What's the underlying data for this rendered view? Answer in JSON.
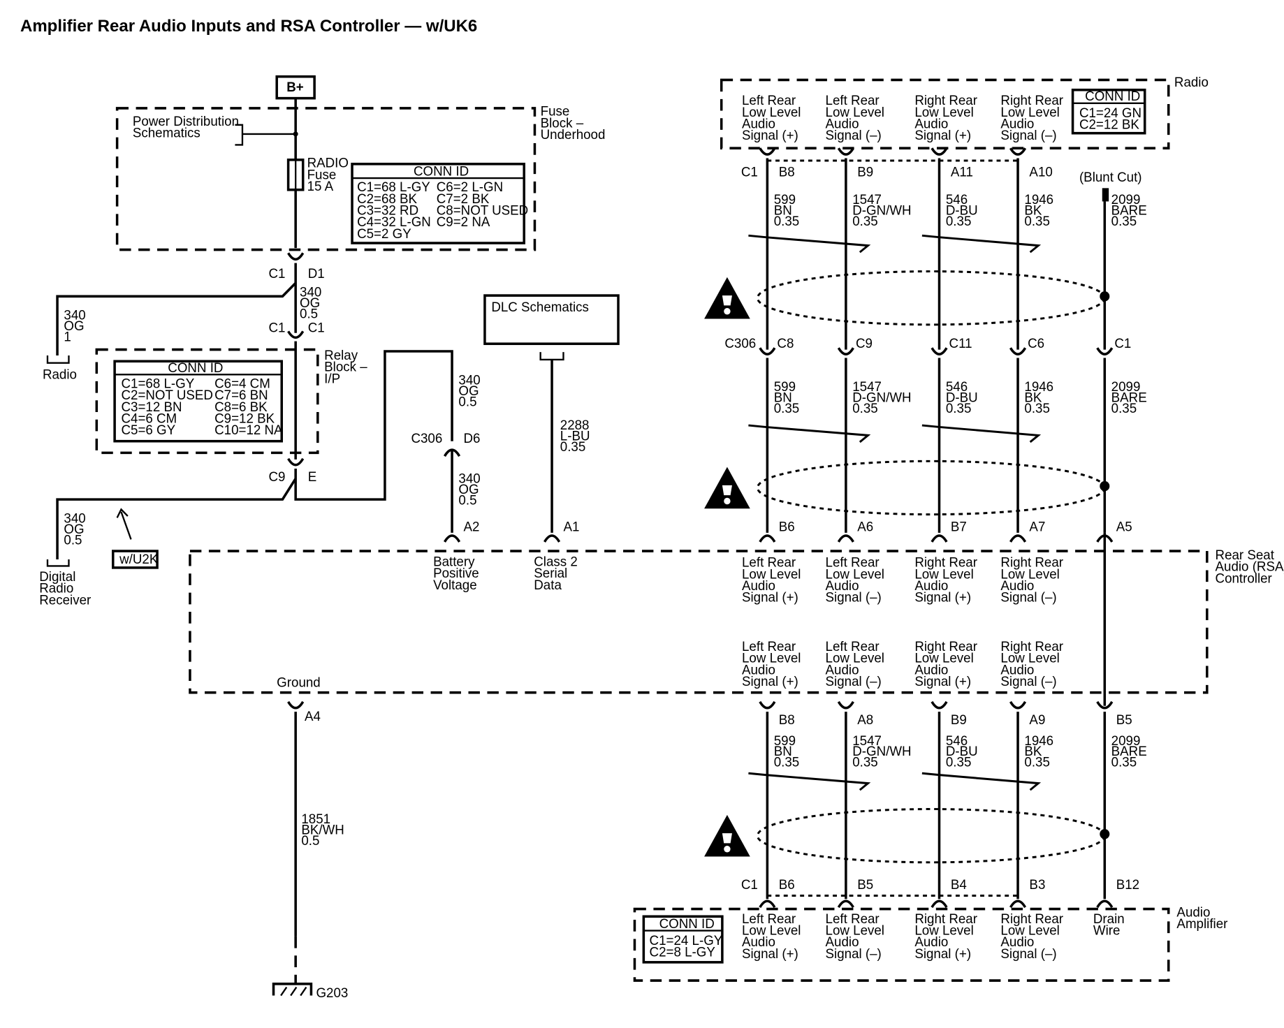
{
  "title": "Amplifier Rear Audio Inputs and RSA Controller — w/UK6",
  "labels": {
    "b_plus": "B+",
    "power_dist": [
      "Power Distribution",
      "Schematics"
    ],
    "fuse_block": [
      "Fuse",
      "Block –",
      "Underhood"
    ],
    "radio_fuse": [
      "RADIO",
      "Fuse",
      "15 A"
    ],
    "fuse_conn_title": "CONN ID",
    "fuse_conn_rows": [
      [
        "C1=68 L-GY",
        "C6=2 L-GN"
      ],
      [
        "C2=68 BK",
        "C7=2 BK"
      ],
      [
        "C3=32 RD",
        "C8=NOT USED"
      ],
      [
        "C4=32 L-GN",
        "C9=2 NA"
      ],
      [
        "C5=2 GY",
        ""
      ]
    ],
    "c1": "C1",
    "d1": "D1",
    "wire340_top": [
      "340",
      "OG",
      "0.5"
    ],
    "radio_branch": [
      "340",
      "OG",
      "1"
    ],
    "radio_label": "Radio",
    "relay_block": [
      "Relay",
      "Block –",
      "I/P"
    ],
    "relay_conn_title": "CONN ID",
    "relay_conn_rows": [
      [
        "C1=68 L-GY",
        "C6=4 CM"
      ],
      [
        "C2=NOT USED",
        "C7=6 BN"
      ],
      [
        "C3=12 BN",
        "C8=6 BK"
      ],
      [
        "C4=6 CM",
        "C9=12 BK"
      ],
      [
        "C5=6 GY",
        "C10=12 NA"
      ]
    ],
    "c9": "C9",
    "e": "E",
    "drr_wire": [
      "340",
      "OG",
      "0.5"
    ],
    "drr_label": [
      "Digital",
      "Radio",
      "Receiver"
    ],
    "wu2k": "w/U2K",
    "dlc": "DLC Schematics",
    "wire340_mid": [
      "340",
      "OG",
      "0.5"
    ],
    "c306": "C306",
    "d6": "D6",
    "wire340_low": [
      "340",
      "OG",
      "0.5"
    ],
    "a2": "A2",
    "a1": "A1",
    "wire2288": [
      "2288",
      "L-BU",
      "0.35"
    ],
    "batt": [
      "Battery",
      "Positive",
      "Voltage"
    ],
    "class2": [
      "Class 2",
      "Serial",
      "Data"
    ],
    "radio_box": "Radio",
    "radio_conn_title": "CONN ID",
    "radio_conn_rows": [
      "C1=24 GN",
      "C2=12 BK"
    ],
    "signals": [
      [
        "Left Rear",
        "Low Level",
        "Audio",
        "Signal (+)"
      ],
      [
        "Left Rear",
        "Low Level",
        "Audio",
        "Signal (–)"
      ],
      [
        "Right Rear",
        "Low Level",
        "Audio",
        "Signal (+)"
      ],
      [
        "Right Rear",
        "Low Level",
        "Audio",
        "Signal (–)"
      ]
    ],
    "radio_pins": [
      "B8",
      "B9",
      "A11",
      "A10"
    ],
    "blunt_cut": "(Blunt Cut)",
    "upper_wires": [
      [
        "599",
        "BN",
        "0.35"
      ],
      [
        "1547",
        "D-GN/WH",
        "0.35"
      ],
      [
        "546",
        "D-BU",
        "0.35"
      ],
      [
        "1946",
        "BK",
        "0.35"
      ],
      [
        "2099",
        "BARE",
        "0.35"
      ]
    ],
    "c306_pins": [
      "C8",
      "C9",
      "C11",
      "C6",
      "C1"
    ],
    "rsa_in_pins": [
      "B6",
      "A6",
      "B7",
      "A7",
      "A5"
    ],
    "rsa_label": [
      "Rear Seat",
      "Audio (RSA)",
      "Controller"
    ],
    "ground": "Ground",
    "a4": "A4",
    "rsa_out_pins": [
      "B8",
      "A8",
      "B9",
      "A9",
      "B5"
    ],
    "lower_wires": [
      [
        "599",
        "BN",
        "0.35"
      ],
      [
        "1547",
        "D-GN/WH",
        "0.35"
      ],
      [
        "546",
        "D-BU",
        "0.35"
      ],
      [
        "1946",
        "BK",
        "0.35"
      ],
      [
        "2099",
        "BARE",
        "0.35"
      ]
    ],
    "gnd_wire": [
      "1851",
      "BK/WH",
      "0.5"
    ],
    "g203": "G203",
    "amp_pins": [
      "B6",
      "B5",
      "B4",
      "B3",
      "B12"
    ],
    "amp_label": [
      "Audio",
      "Amplifier"
    ],
    "amp_conn_title": "CONN ID",
    "amp_conn_rows": [
      "C1=24 L-GY",
      "C2=8 L-GY"
    ],
    "drain": [
      "Drain",
      "Wire"
    ]
  }
}
